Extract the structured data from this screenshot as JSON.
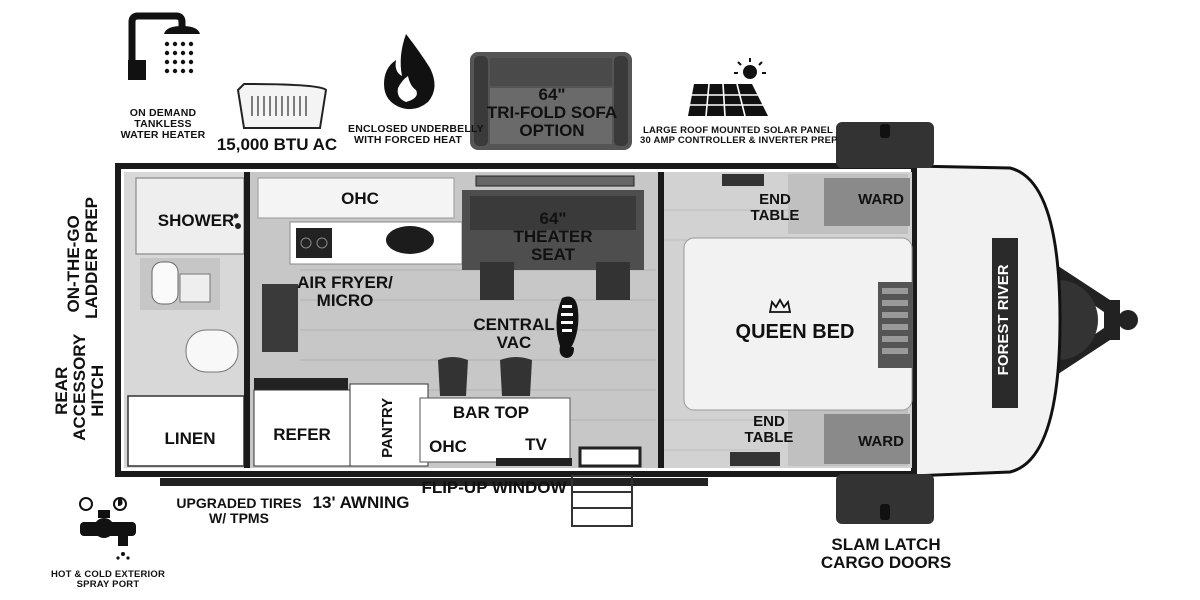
{
  "features": {
    "water_heater": "ON DEMAND\nTANKLESS\nWATER HEATER",
    "ac": "15,000 BTU AC",
    "underbelly": "ENCLOSED UNDERBELLY\nWITH FORCED HEAT",
    "sofa": "64\"\nTRI-FOLD SOFA\nOPTION",
    "solar": "LARGE ROOF MOUNTED SOLAR PANEL\n30 AMP CONTROLLER & INVERTER PREP",
    "ladder": "ON-THE-GO\nLADDER PREP",
    "hitch": "REAR\nACCESSORY\nHITCH",
    "tires": "UPGRADED TIRES\nW/ TPMS",
    "awning": "13' AWNING",
    "flip_window": "FLIP-UP WINDOW",
    "spray_port": "HOT & COLD EXTERIOR\nSPRAY PORT",
    "cargo_doors": "SLAM LATCH\nCARGO DOORS"
  },
  "rooms": {
    "shower": "SHOWER",
    "linen": "LINEN",
    "ohc_top": "OHC",
    "air_fryer": "AIR FRYER/\nMICRO",
    "refer": "REFER",
    "pantry": "PANTRY",
    "theater_seat": "64\"\nTHEATER\nSEAT",
    "central_vac": "CENTRAL\nVAC",
    "bar_top": "BAR TOP",
    "ohc_bottom": "OHC",
    "tv": "TV",
    "end_table_top": "END\nTABLE",
    "end_table_bottom": "END\nTABLE",
    "ward_top": "WARD",
    "ward_bottom": "WARD",
    "queen_bed": "QUEEN BED",
    "brand": "FOREST RIVER"
  }
}
